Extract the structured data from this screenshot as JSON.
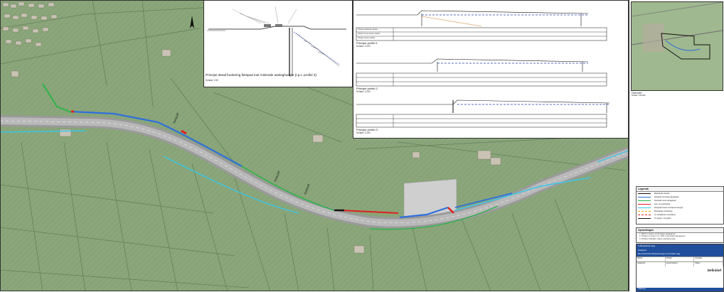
{
  "detail": {
    "title": "Principe detail fundering fietspad met minimale aanleghoogte (t.p.v. profiel 3)",
    "scale": "Schaal: 1:50"
  },
  "profiles": [
    {
      "caption": "Principe profiel 1",
      "scale": "Schaal: 1:200"
    },
    {
      "caption": "Principe profiel 2",
      "scale": "Schaal: 1:200"
    },
    {
      "caption": "Principe profiel 3",
      "scale": "Schaal: 1:200"
    }
  ],
  "profile_rows": [
    "Hoogte bestaande situatie",
    "Afstand tot as nieuwe situatie",
    "Hoogte nieuwe situatie"
  ],
  "overview": {
    "label": "Overzicht",
    "scale": "Schaal: 1:25.000"
  },
  "map_labels": [
    "Fietspad",
    "Fietspad",
    "Fietspad"
  ],
  "legend": {
    "title": "Legenda",
    "colors": {
      "blue": "#2f6fdc",
      "green": "#2db34a",
      "red": "#e02020",
      "cyan": "#3cc6e6",
      "black": "#111111",
      "orange": "#f0a000"
    },
    "items": [
      "Bestaande situatie",
      "Fietspad verhoogd aangelegd",
      "Fietspad nieuw aangelegd",
      "Aan- en aansluiting",
      "Fietspad breed-normaal vervangen",
      "Bestaande verharding",
      "Te verwijderen verharding",
      "Te slopen / vervallen"
    ]
  },
  "notes": {
    "title": "Opmerkingen",
    "lines": [
      "1. Maten in meters, tenzij anders aangegeven",
      "2. Hoogten in meters t.o.v. NAP, tenzij anders aangegeven",
      "3. Profielen indicatief, nadere uitwerking volgt"
    ]
  },
  "titleblock": {
    "project_lines": [
      "N-Bestaande weg",
      "Fietspad",
      "Reconstructie fietspad langs provinciale weg"
    ],
    "meta": [
      "Datum",
      "Schaal",
      "Formaat",
      "Getekend",
      "Gecontroleerd",
      "Status"
    ],
    "status": "Definitief",
    "footer": "Tekening"
  }
}
